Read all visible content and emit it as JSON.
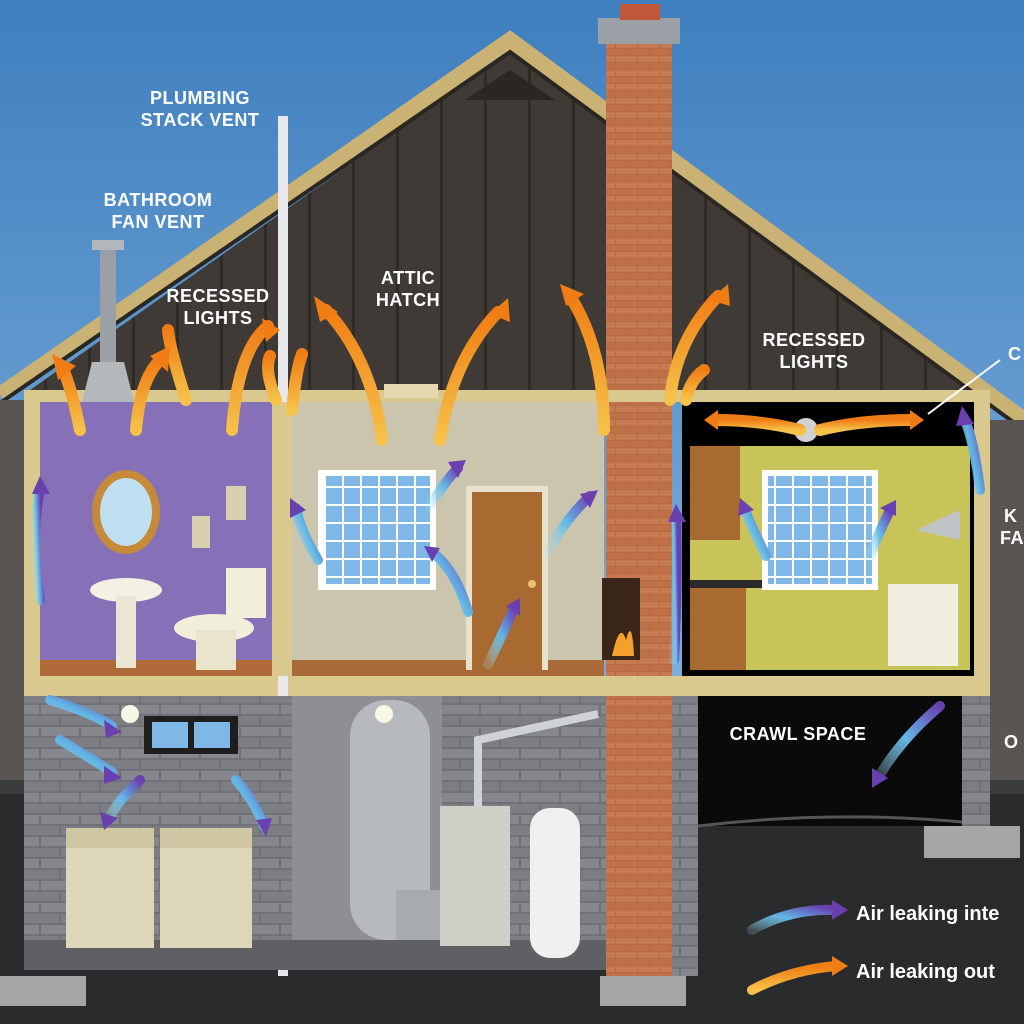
{
  "labels": {
    "plumbing_1": "PLUMBING",
    "plumbing_2": "STACK VENT",
    "bath_fan_1": "BATHROOM",
    "bath_fan_2": "FAN VENT",
    "recessed_left_1": "RECESSED",
    "recessed_left_2": "LIGHTS",
    "attic_1": "ATTIC",
    "attic_2": "HATCH",
    "recessed_right_1": "RECESSED",
    "recessed_right_2": "LIGHTS",
    "crawl_space": "CRAWL SPACE",
    "edge_c": "C",
    "edge_k": "K",
    "edge_fa": "FA",
    "edge_o": "O"
  },
  "legend": {
    "inward": "Air leaking inte",
    "outward": "Air leaking out"
  },
  "colors": {
    "sky": "#4a86c0",
    "outward_arrow": "#f08a1c",
    "inward_arrow": "#6a3fb0",
    "inward_arrow_tail": "#7fd3f0"
  }
}
